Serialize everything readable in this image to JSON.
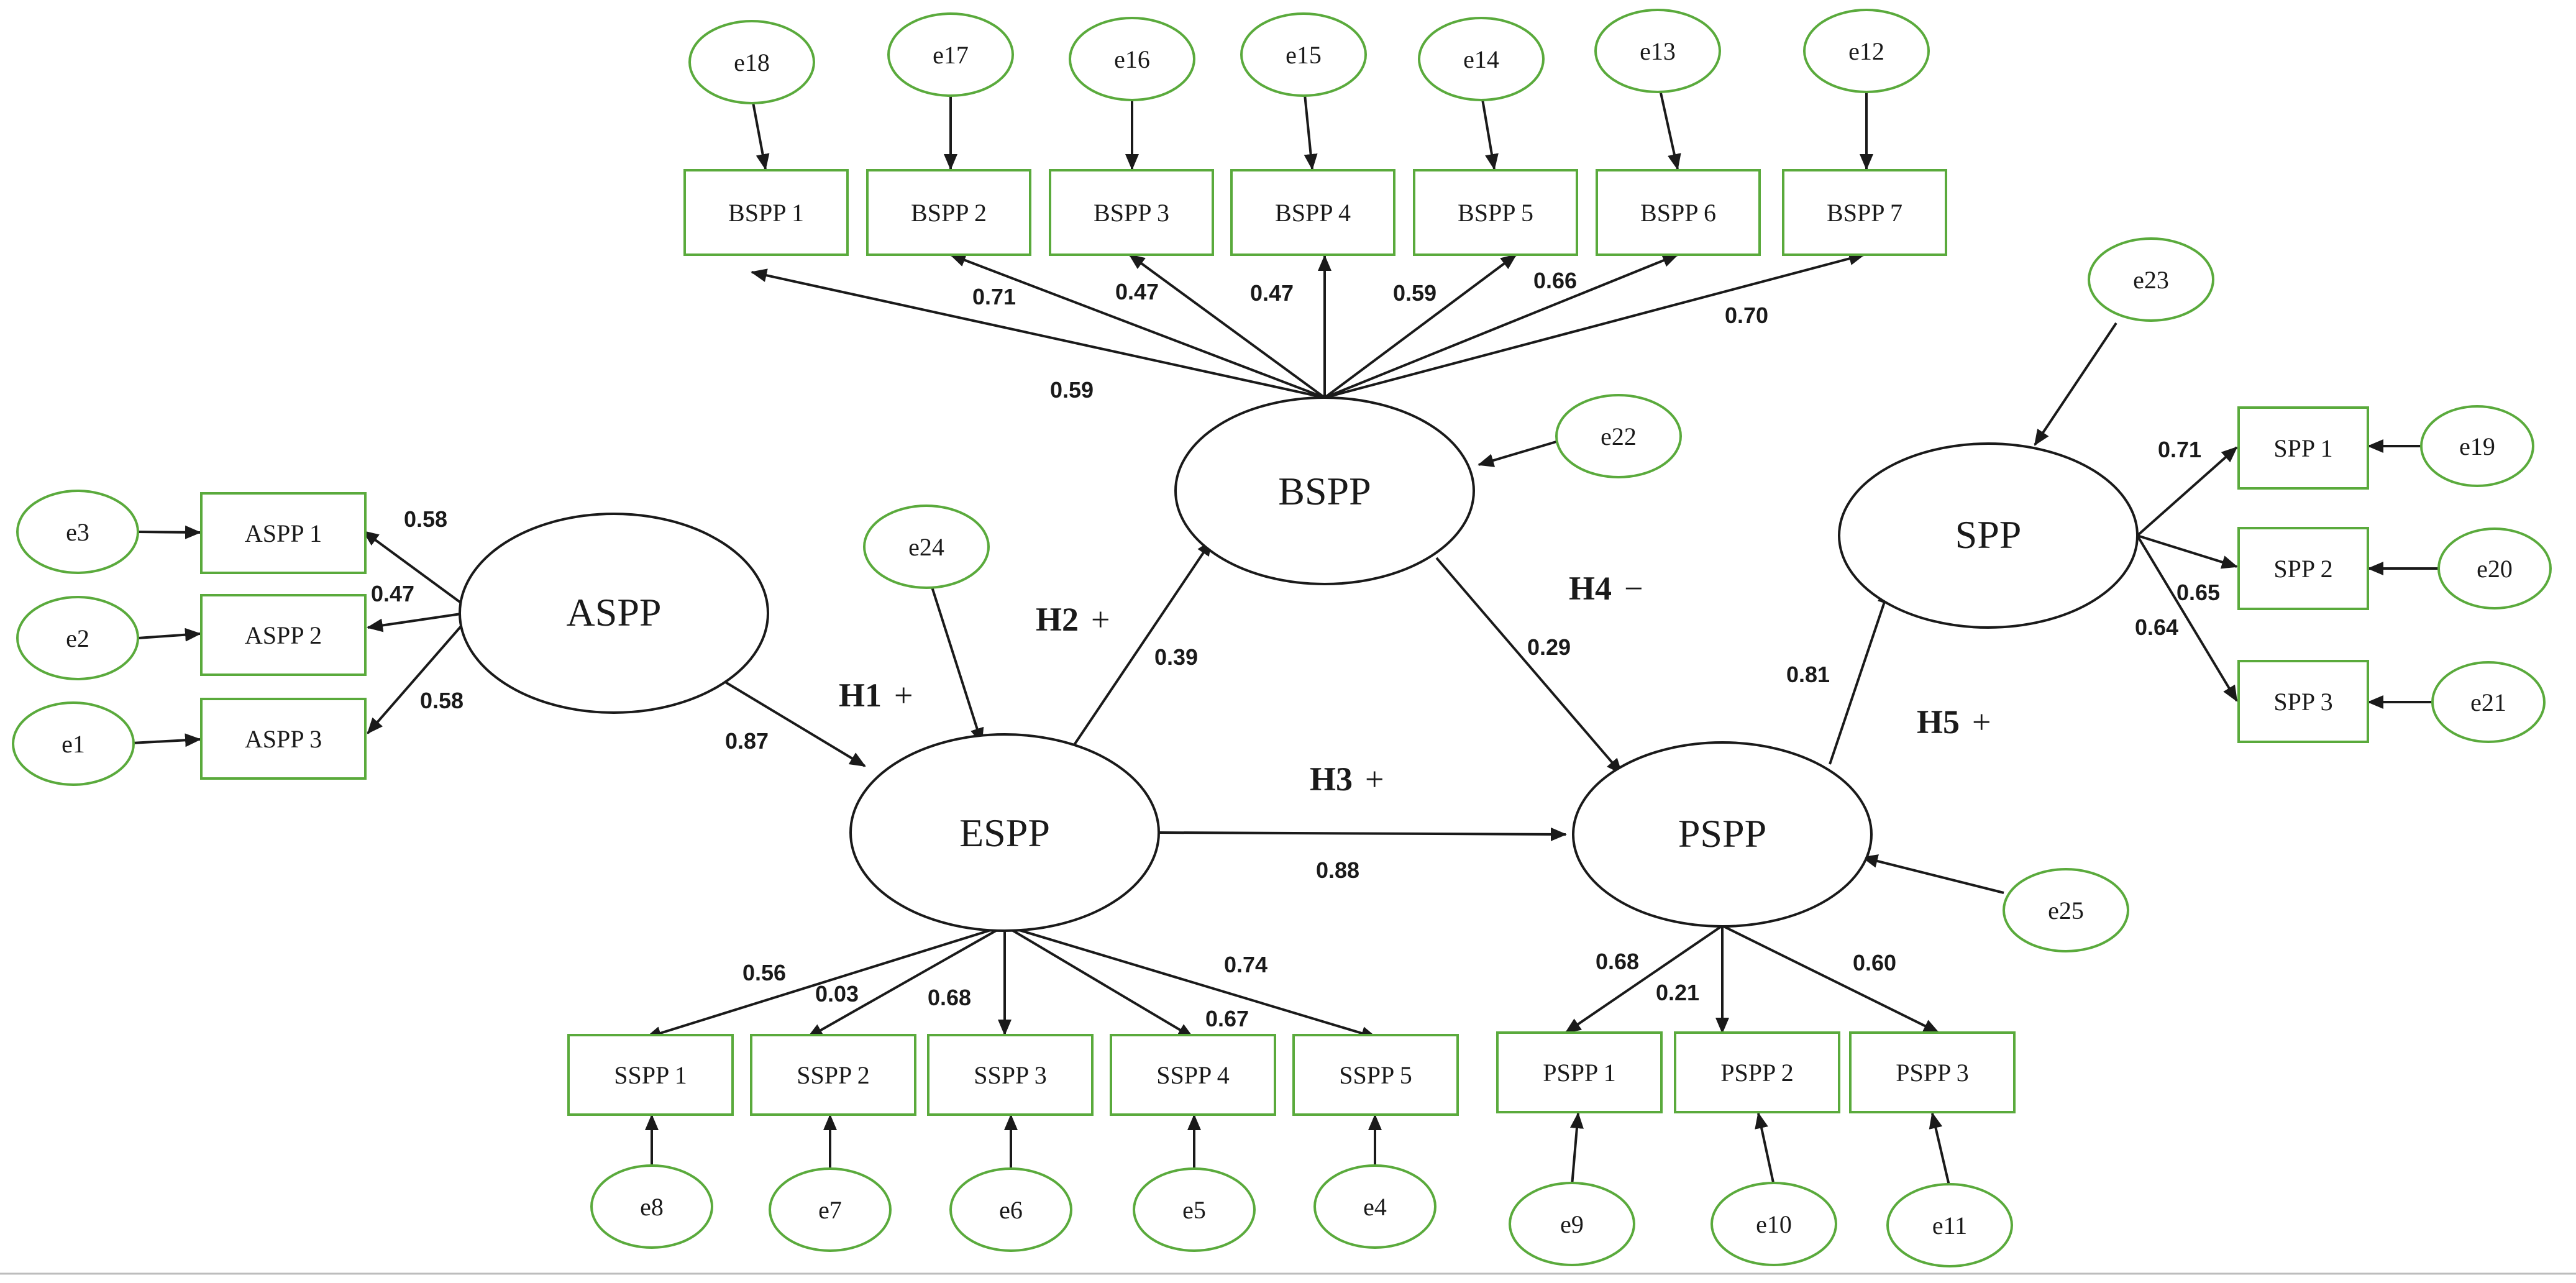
{
  "latent": {
    "aspp": "ASPP",
    "espp": "ESPP",
    "bspp": "BSPP",
    "pspp": "PSPP",
    "spp": "SPP"
  },
  "indicators": {
    "aspp": [
      "ASPP 1",
      "ASPP 2",
      "ASPP 3"
    ],
    "bspp": [
      "BSPP 1",
      "BSPP 2",
      "BSPP 3",
      "BSPP 4",
      "BSPP 5",
      "BSPP 6",
      "BSPP 7"
    ],
    "sspp": [
      "SSPP 1",
      "SSPP 2",
      "SSPP 3",
      "SSPP 4",
      "SSPP 5"
    ],
    "pspp": [
      "PSPP 1",
      "PSPP 2",
      "PSPP 3"
    ],
    "spp": [
      "SPP 1",
      "SPP 2",
      "SPP 3"
    ]
  },
  "errors": {
    "aspp": [
      "e3",
      "e2",
      "e1"
    ],
    "bspp": [
      "e18",
      "e17",
      "e16",
      "e15",
      "e14",
      "e13",
      "e12"
    ],
    "sspp": [
      "e8",
      "e7",
      "e6",
      "e5",
      "e4"
    ],
    "pspp": [
      "e9",
      "e10",
      "e11"
    ],
    "spp": [
      "e19",
      "e20",
      "e21"
    ],
    "structural": {
      "bspp": "e22",
      "spp": "e23",
      "espp": "e24",
      "pspp": "e25"
    }
  },
  "loadings": {
    "aspp": [
      "0.58",
      "0.47",
      "0.58"
    ],
    "bspp": [
      "0.59",
      "0.71",
      "0.47",
      "0.47",
      "0.59",
      "0.66",
      "0.70"
    ],
    "sspp": [
      "0.56",
      "0.03",
      "0.68",
      "0.67",
      "0.74"
    ],
    "pspp": [
      "0.68",
      "0.21",
      "0.60"
    ],
    "spp": [
      "0.71",
      "0.65",
      "0.64"
    ]
  },
  "paths": {
    "aspp_espp": "0.87",
    "espp_bspp": "0.39",
    "espp_pspp": "0.88",
    "bspp_pspp": "0.29",
    "pspp_spp": "0.81"
  },
  "hypotheses": {
    "h1": {
      "label": "H1",
      "sign": "+"
    },
    "h2": {
      "label": "H2",
      "sign": "+"
    },
    "h3": {
      "label": "H3",
      "sign": "+"
    },
    "h4": {
      "label": "H4",
      "sign": "−"
    },
    "h5": {
      "label": "H5",
      "sign": "+"
    }
  },
  "colors": {
    "indicator_border": "#5aaa3c",
    "line": "#1a1a1a"
  }
}
